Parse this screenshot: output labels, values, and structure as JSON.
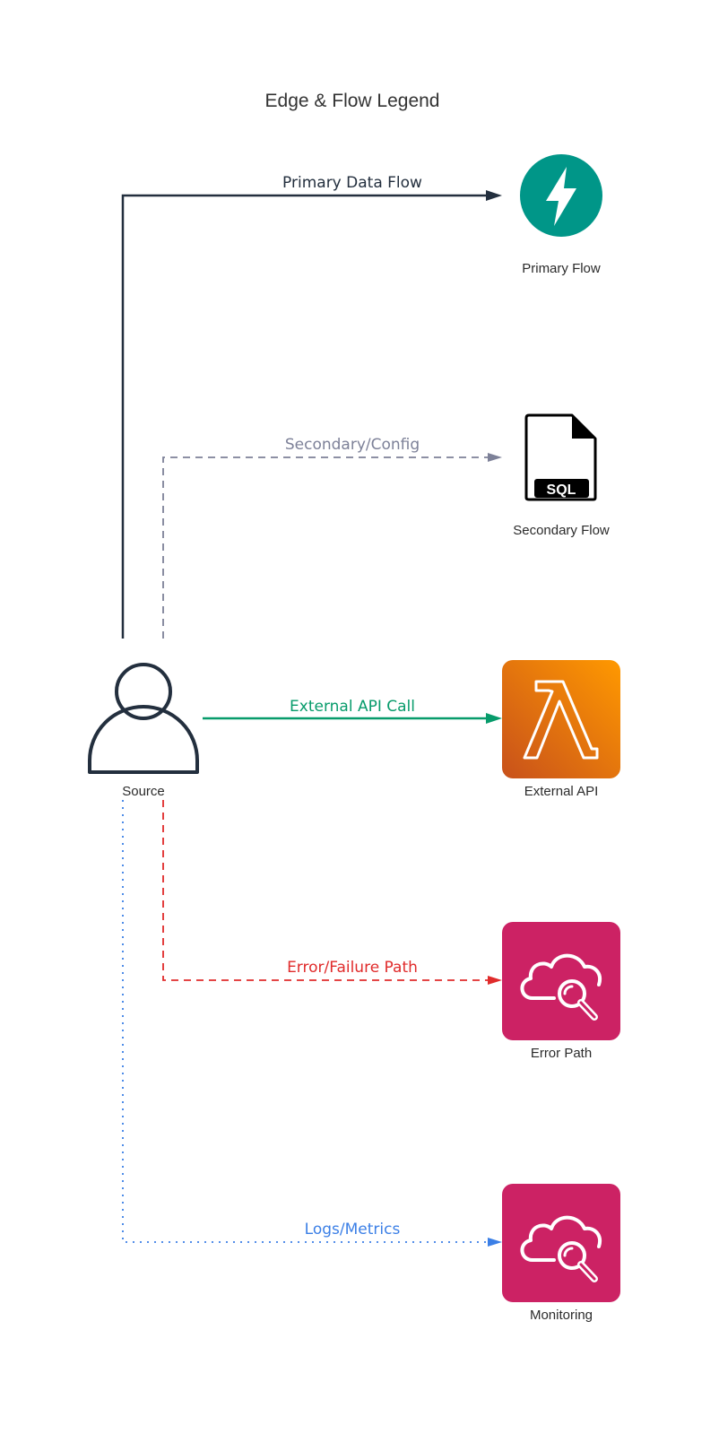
{
  "diagram": {
    "title": "Edge & Flow Legend",
    "colors": {
      "primary": "#232f3e",
      "secondary": "#7d8198",
      "external": "#079b6b",
      "error": "#e02b2b",
      "logs": "#3b7fe6",
      "teal_icon": "#009688",
      "lambda_orange": "#ed7100",
      "monitor_pink": "#cc2264"
    },
    "nodes": {
      "source": {
        "label": "Source",
        "icon": "user-icon"
      },
      "primary": {
        "label": "Primary Flow",
        "icon": "lightning-bolt-icon"
      },
      "secondary": {
        "label": "Secondary Flow",
        "icon": "sql-file-icon",
        "badge": "SQL"
      },
      "external": {
        "label": "External API",
        "icon": "lambda-icon"
      },
      "error": {
        "label": "Error Path",
        "icon": "cloud-search-icon"
      },
      "monitoring": {
        "label": "Monitoring",
        "icon": "cloud-search-icon"
      }
    },
    "edges": {
      "primary": {
        "label": "Primary Data Flow",
        "style": "solid"
      },
      "secondary": {
        "label": "Secondary/Config",
        "style": "dashed"
      },
      "external": {
        "label": "External API Call",
        "style": "solid"
      },
      "error": {
        "label": "Error/Failure Path",
        "style": "dashed"
      },
      "logs": {
        "label": "Logs/Metrics",
        "style": "dotted"
      }
    }
  }
}
